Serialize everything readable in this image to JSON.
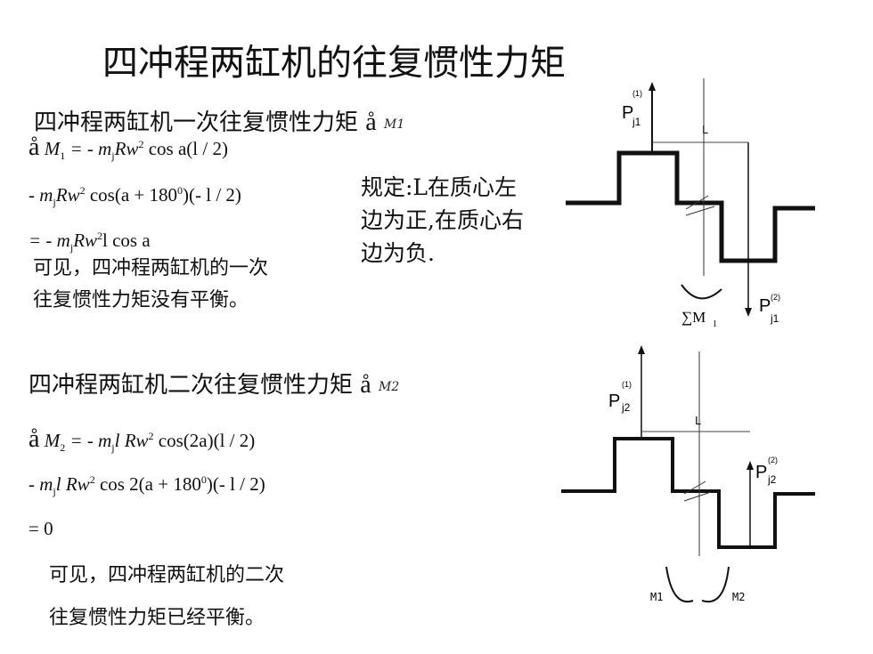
{
  "title": "四冲程两缸机的往复惯性力矩",
  "section1": {
    "heading": "四冲程两缸机一次往复惯性力矩",
    "sum_symbol": "å",
    "sum_var": "M",
    "sum_sub": "1",
    "eq1": "= - m",
    "eq1_rest": "Rw",
    "eq1_tail": " cos a(l / 2)",
    "eq2": "- m",
    "eq2_rest": "Rw",
    "eq2_tail": " cos(a + 180",
    "eq2_end": ")(- l / 2)",
    "eq3": "= - m",
    "eq3_rest": "Rw",
    "eq3_tail": "l cos a",
    "note_line1": "可见，四冲程两缸机的一次",
    "note_line2": "往复惯性力矩没有平衡。",
    "rule_text": "规定:L在质心左边为正,在质心右边为负."
  },
  "section2": {
    "heading": "四冲程两缸机二次往复惯性力矩",
    "sum_symbol": "å",
    "sum_var": "M",
    "sum_sub": "2",
    "eq1": "= - m",
    "eq1_rest": "l Rw",
    "eq1_tail": " cos(2a)(l / 2)",
    "eq2": "- m",
    "eq2_rest": "l Rw",
    "eq2_tail": " cos 2(a + 180",
    "eq2_end": ")(- l / 2)",
    "eq3": "= 0",
    "note_line1": "可见，四冲程两缸机的二次",
    "note_line2": "往复惯性力矩已经平衡。"
  },
  "common": {
    "sub_j": "j",
    "sup_2": "2",
    "sup_0": "0"
  },
  "diagram1": {
    "p_top": "P",
    "p_top_sup": "(1)",
    "p_top_sub": "j1",
    "p_bottom": "P",
    "p_bottom_sup": "(2)",
    "p_bottom_sub": "j1",
    "length_label": "L",
    "moment_label": "∑M",
    "moment_sub": "1"
  },
  "diagram2": {
    "p_top": "P",
    "p_top_sup": "(1)",
    "p_top_sub": "j2",
    "p_right": "P",
    "p_right_sup": "(2)",
    "p_right_sub": "j2",
    "length_label": "L",
    "m1": "M1",
    "m2": "M2"
  }
}
